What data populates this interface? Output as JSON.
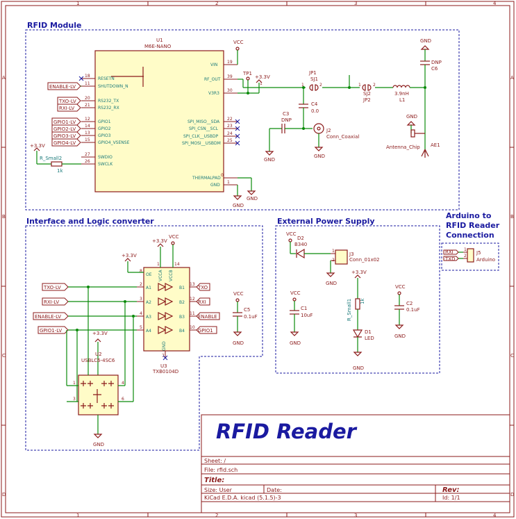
{
  "frame": {
    "col_marks": [
      "1",
      "2",
      "3",
      "4"
    ],
    "row_marks": [
      "A",
      "B",
      "C",
      "D"
    ]
  },
  "sections": {
    "rfid_module": "RFID Module",
    "interface": "Interface and Logic converter",
    "ext_power": "External Power Supply",
    "arduino_1": "Arduino to",
    "arduino_2": "RFID Reader",
    "arduino_3": "Connection"
  },
  "u1": {
    "ref": "U1",
    "value": "M6E-NANO",
    "left_pins": [
      {
        "num": "18",
        "name": "RESETN"
      },
      {
        "num": "11",
        "name": "SHUTDOWN_N"
      },
      {
        "num": "20",
        "name": "RS232_TX"
      },
      {
        "num": "21",
        "name": "RS232_RX"
      },
      {
        "num": "12",
        "name": "GPIO1"
      },
      {
        "num": "14",
        "name": "GPIO2"
      },
      {
        "num": "13",
        "name": "GPIO3"
      },
      {
        "num": "15",
        "name": "GPIO4_VSENSE"
      },
      {
        "num": "27",
        "name": "SWDIO"
      },
      {
        "num": "26",
        "name": "SWCLK"
      }
    ],
    "right_pins": [
      {
        "num": "19",
        "name": "VIN"
      },
      {
        "num": "39",
        "name": "RF_OUT"
      },
      {
        "num": "30",
        "name": "V3R3"
      },
      {
        "num": "22",
        "name": "SPI_MISO__SDA"
      },
      {
        "num": "23",
        "name": "SPI_CSN__SCL"
      },
      {
        "num": "24",
        "name": "SPI_CLK__USBDP"
      },
      {
        "num": "25",
        "name": "SPI_MOSI__USBDM"
      },
      {
        "num": "0",
        "name": "THERMALPAD"
      },
      {
        "num": "1",
        "name": "GND"
      }
    ]
  },
  "rfid_labels": {
    "enable": "ENABLE-LV",
    "txo": "TXO-LV",
    "rxi": "RXI-LV",
    "gpio1": "GPIO1-LV",
    "gpio2": "GPIO2-LV",
    "gpio3": "GPIO3-LV",
    "gpio4": "GPIO4-LV"
  },
  "rfid_parts": {
    "vcc": "VCC",
    "p33": "+3.3V",
    "r_ref": "R_Small2",
    "r_val": "1k",
    "tp1": "TP1",
    "tp1_pin": "1",
    "jp1_ref": "JP1",
    "jp1_val": "SJ1",
    "jp2_ref": "SJ2",
    "jp2_val": "JP2",
    "c4_ref": "C4",
    "c4_val": "0.0",
    "c3_ref": "C3",
    "c3_val": "DNP",
    "j2_ref": "J2",
    "j2_val": "Conn_Coaxial",
    "dnp": "DNP",
    "c6": "C6",
    "l1_val": "3.9nH",
    "l1_ref": "L1",
    "ae1_val": "Antenna_Chip",
    "ae1_ref": "AE1",
    "gnd": "GND",
    "pin1": "1",
    "pin2": "2"
  },
  "iface": {
    "oe": "OE",
    "vcca": "VCCA",
    "vccb": "VCCB",
    "gnd_pin": "GND",
    "a_pins": [
      {
        "num": "2",
        "name": "A1"
      },
      {
        "num": "3",
        "name": "A2"
      },
      {
        "num": "4",
        "name": "A3"
      },
      {
        "num": "5",
        "name": "A4"
      }
    ],
    "b_pins": [
      {
        "num": "13",
        "name": "B1"
      },
      {
        "num": "12",
        "name": "B2"
      },
      {
        "num": "11",
        "name": "B3"
      },
      {
        "num": "10",
        "name": "B4"
      }
    ],
    "oe_num": "8",
    "vcca_num": "1",
    "vccb_num": "14",
    "gnd_num": "7",
    "left_labels": [
      "TXO-LV",
      "RXI-LV",
      "ENABLE-LV",
      "GPIO1-LV"
    ],
    "right_labels": [
      "TXO",
      "RXI",
      "ENABLE",
      "GPIO1"
    ],
    "u3_ref": "U3",
    "u3_val": "TXB0104D",
    "u2_ref": "U2",
    "u2_val": "USBLC6-4SC6",
    "u2_pins": [
      "1",
      "3",
      "4",
      "6"
    ],
    "c5_ref": "C5",
    "c5_val": "0.1uF",
    "p33": "+3.3V",
    "vcc": "VCC",
    "gnd": "GND"
  },
  "power": {
    "d2_ref": "D2",
    "d2_val": "B340",
    "j3_ref": "J3",
    "j3_val": "Conn_01x02",
    "c1_ref": "C1",
    "c1_val": "10uF",
    "r_ref": "R_Small1",
    "r_val": "1k",
    "d1_ref": "D1",
    "d1_val": "LED",
    "c2_ref": "C2",
    "c2_val": "0.1uF",
    "vcc": "VCC",
    "p33": "+3.3V",
    "gnd": "GND",
    "pin1": "1",
    "pin2": "2"
  },
  "arduino": {
    "rxi": "RXI",
    "txd": "TXD",
    "j5_ref": "J5",
    "j5_val": "Arduino",
    "pin1": "1",
    "pin2": "2"
  },
  "title_block": {
    "main_title": "RFID Reader",
    "sheet": "Sheet: /",
    "file": "File: rfid.sch",
    "title_label": "Title:",
    "size": "Size: User",
    "date": "Date:",
    "rev": "Rev:",
    "kicad": "KiCad E.D.A.  kicad (5.1.5)-3",
    "id": "Id: 1/1"
  }
}
